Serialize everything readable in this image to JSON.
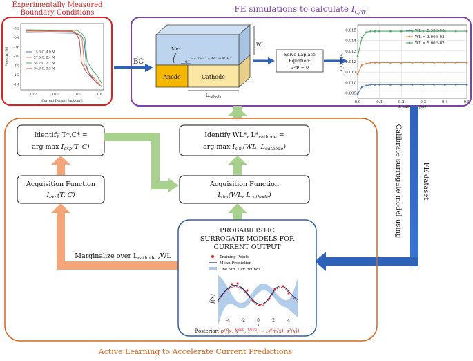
{
  "top_left": {
    "title_line1": "Experimentally Measured",
    "title_line2": "Boundary Conditions",
    "ylabel": "Potential [V]",
    "xlabel": "Current Density [mA/cm²]",
    "yticks": [
      "-0.2",
      "-0.4",
      "-0.6",
      "-0.8",
      "-1.0",
      "-1.2",
      "-1.4"
    ],
    "xticks": [
      "10⁻³",
      "10⁻²",
      "10⁻¹",
      "10⁰"
    ],
    "legend": [
      {
        "label": "15.6 C, 4.0 M",
        "color": "#4c72b0"
      },
      {
        "label": "27.5 C, 2.4 M",
        "color": "#dd8452"
      },
      {
        "label": "54.2 C, 2.1 M",
        "color": "#55a868"
      },
      {
        "label": "34.9 C, 3.9 M",
        "color": "#c44e52"
      }
    ]
  },
  "fe_box": {
    "title_prefix": "FE simulations to calculate ",
    "title_math": "I_{C/W}",
    "bc": "BC",
    "metal_label": "Meⁿ⁺",
    "reaction": "O₂ + 2H₂O + 4e⁻ → 4OH⁻",
    "electron": "e⁻",
    "anode": "Anode",
    "cathode": "Cathode",
    "wl": "WL",
    "lcathode": "L_cathode",
    "solve_line1": "Solve Laplace",
    "solve_line2": "Equation:",
    "solve_line3": "∇²Φ = 0"
  },
  "chart_data": {
    "type": "line",
    "x": [
      0.0,
      0.02,
      0.04,
      0.06,
      0.08,
      0.1,
      0.15,
      0.2,
      0.25,
      0.3,
      0.35,
      0.4,
      0.45,
      0.5
    ],
    "series": [
      {
        "name": "WL = 5.50E-06",
        "color": "#4c72b0",
        "values": [
          0.0089,
          0.0096,
          0.0097,
          0.0098,
          0.0098,
          0.0098,
          0.0098,
          0.0098,
          0.0098,
          0.0098,
          0.0098,
          0.0098,
          0.0098,
          0.0098
        ]
      },
      {
        "name": "WL = 3.00E-03",
        "color": "#dd8452",
        "values": [
          0.0108,
          0.0117,
          0.0118,
          0.0119,
          0.0119,
          0.0119,
          0.0119,
          0.0119,
          0.0119,
          0.0119,
          0.0119,
          0.0119,
          0.0119,
          0.0119
        ]
      },
      {
        "name": "WL = 5.00E-02",
        "color": "#55a868",
        "values": [
          0.0125,
          0.0143,
          0.0148,
          0.0149,
          0.0149,
          0.0149,
          0.0149,
          0.0149,
          0.0149,
          0.0149,
          0.0149,
          0.0149,
          0.0149,
          0.0149
        ]
      }
    ],
    "xlim": [
      0.0,
      0.5
    ],
    "ylim": [
      0.0085,
      0.0155
    ],
    "xticks": [
      "0.0",
      "0.1",
      "0.2",
      "0.3",
      "0.4",
      "0.5"
    ],
    "yticks": [
      "0.009",
      "0.010",
      "0.011",
      "0.012",
      "0.013",
      "0.014",
      "0.015"
    ],
    "xlabel": "L_cathode [m]",
    "ylabel": "I_C/W [A]",
    "grid": true,
    "legend_position": "right"
  },
  "calibrate_text_line1": "Calibrate surrogate model using",
  "calibrate_text_line2": "FE dataset",
  "active_learning": {
    "title": "Active Learning to Accelerate Current Predictions",
    "identify_tc_line1": "Identify T*,C* =",
    "identify_tc_line2": "arg max I_exp(T, C)",
    "acq_exp_line1": "Acquisition Function",
    "acq_exp_line2": "I_exp(T, C)",
    "identify_wl_line1": "Identify WL*, L*cathode =",
    "identify_wl_line2": "arg max I_sim(WL, L_cathode)",
    "acq_sim_line1": "Acquisition Function",
    "acq_sim_line2": "I_sim(WL, L_cathode)",
    "marginalize": "Marginalize over L_cathode ,WL"
  },
  "surrogate": {
    "title_line1": "PROBABILISTIC",
    "title_line2": "SURROGATE MODELS FOR",
    "title_line3": "CURRENT OUTPUT",
    "legend_training": "Training Points",
    "legend_mean": "Mean Prediction",
    "legend_std": "One Std. Dev Bounds",
    "ylabel": "f(x)",
    "xlabel": "x",
    "xticks": [
      "-4",
      "-2",
      "0",
      "2",
      "4"
    ],
    "posterior_label": "Posterior: ",
    "posterior_formula": "p(f|x, X^sim, Y^sim) ~ N(m(x), s²(x))"
  }
}
